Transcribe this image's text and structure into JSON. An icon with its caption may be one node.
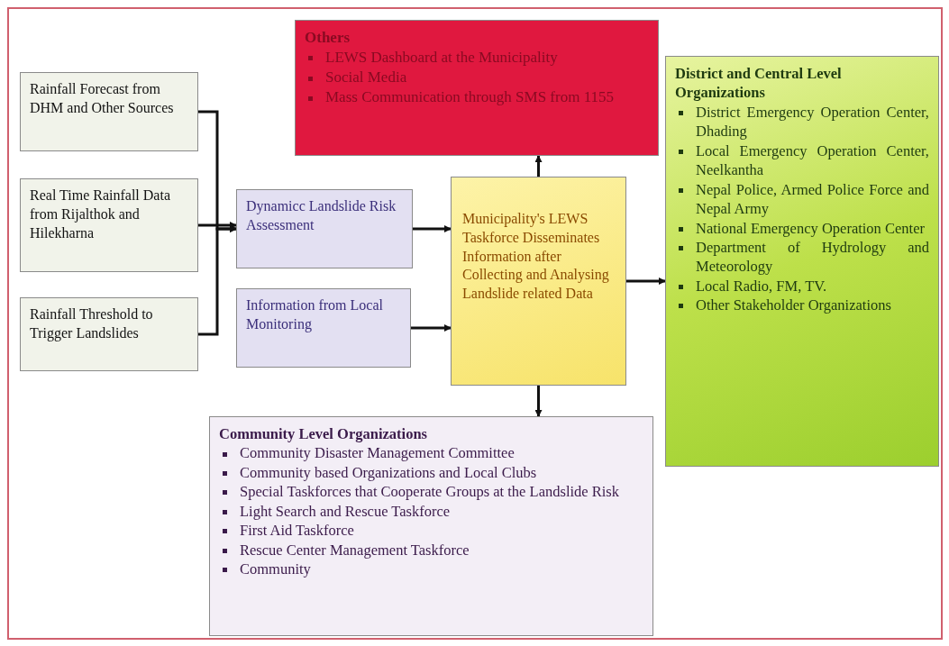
{
  "diagram": {
    "nodes": [
      {
        "text": [
          "Rainfall Forecast from DHM and Other Sources"
        ]
      },
      {
        "text": [
          "Real Time Rainfall Data from Rijalthok and Hilekharna"
        ]
      },
      {
        "text": [
          "Rainfall Threshold to Trigger Landslides"
        ]
      },
      {
        "text": [
          "Dynamicc Landslide Risk Assessment"
        ]
      },
      {
        "text": [
          "Information from Local Monitoring"
        ]
      },
      {
        "text": [
          "Municipality's LEWS Taskforce Disseminates Information after Collecting and Analysing Landslide related Data"
        ]
      },
      {
        "text": [
          "Others",
          "LEWS Dashboard at the Municipality",
          "Social Media",
          "Mass Communication through SMS from 1155"
        ]
      },
      {
        "text": [
          "District and Central Level Organizations",
          "District Emergency Operation Center, Dhading",
          "Local Emergency Operation Center, Neelkantha",
          "Nepal Police, Armed Police Force and Nepal Army",
          "National Emergency Operation Center",
          "Department of Hydrology and Meteorology",
          "Local Radio, FM, TV.",
          "Other Stakeholder Organizations"
        ]
      },
      {
        "text": [
          "Community Level Organizations",
          "Community Disaster Management Committee",
          "Community based Organizations and Local Clubs",
          "Special Taskforces that Cooperate Groups at the Landslide Risk",
          "Light Search and Rescue Taskforce",
          "First Aid Taskforce",
          "Rescue Center Management Taskforce",
          "Community"
        ]
      }
    ],
    "edges": [
      {
        "from": 0,
        "to": 3,
        "arrow": "to"
      },
      {
        "from": 1,
        "to": 3,
        "arrow": "to"
      },
      {
        "from": 2,
        "to": 3,
        "arrow": "to"
      },
      {
        "from": 3,
        "to": 5,
        "arrow": "to"
      },
      {
        "from": 4,
        "to": 5,
        "arrow": "to"
      },
      {
        "from": 5,
        "to": 6,
        "arrow": "to"
      },
      {
        "from": 5,
        "to": 7,
        "arrow": "to"
      },
      {
        "from": 5,
        "to": 8,
        "arrow": "to"
      }
    ]
  }
}
